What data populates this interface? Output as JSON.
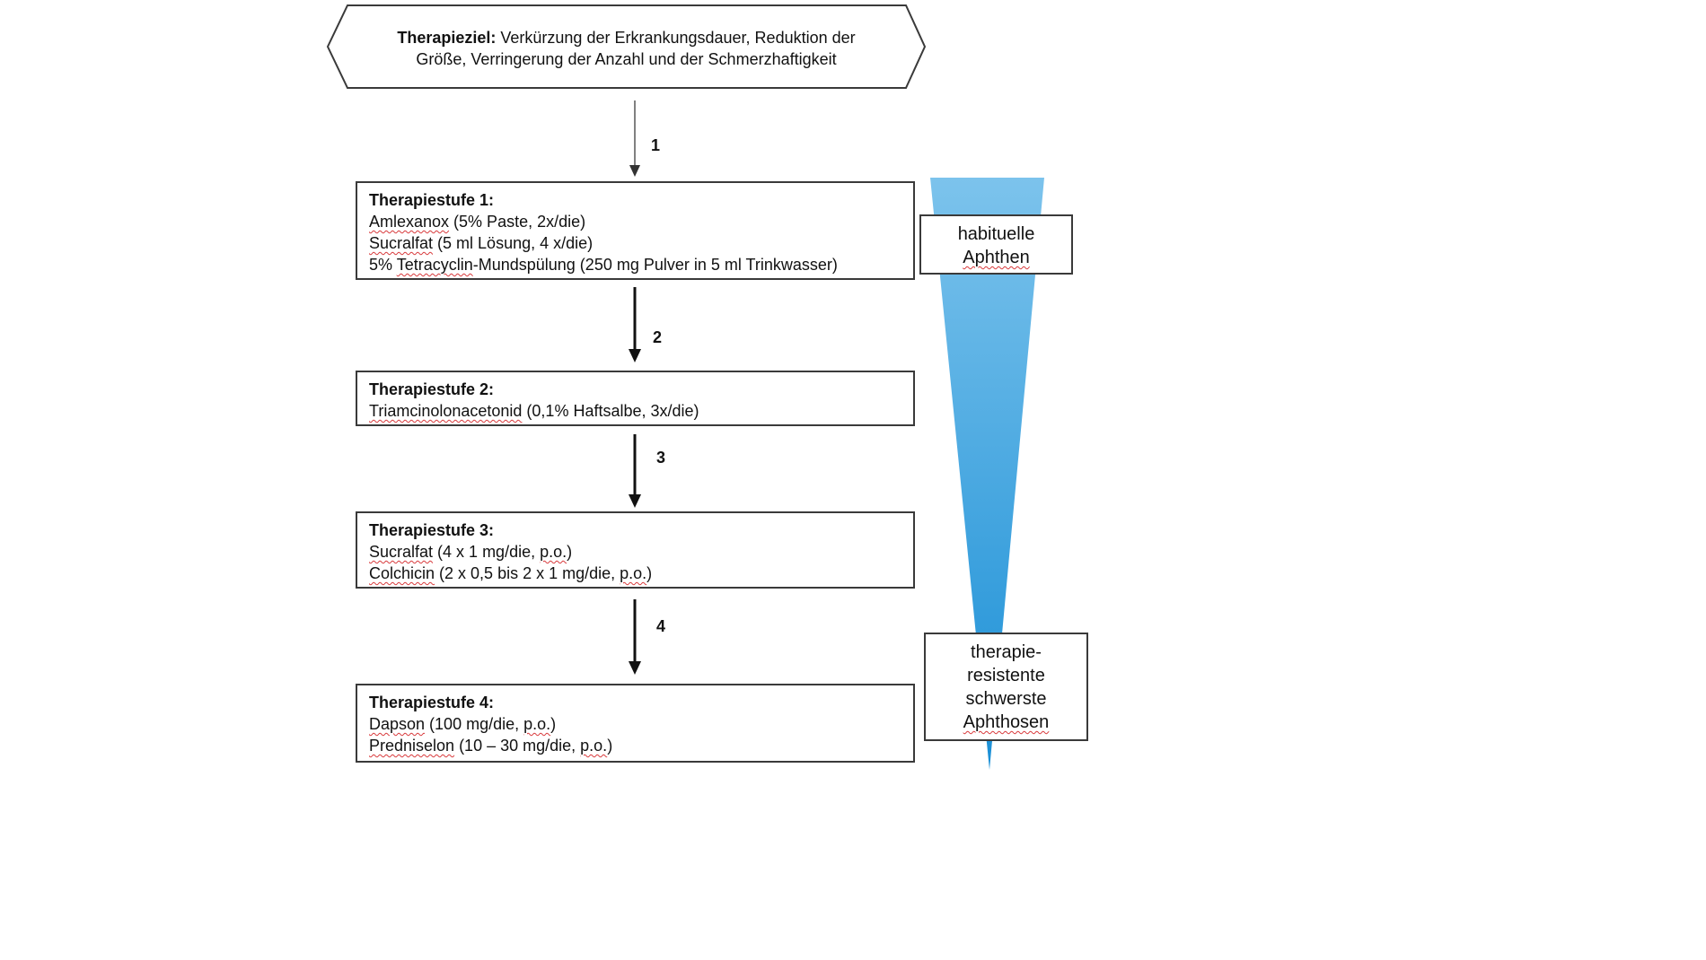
{
  "goal": {
    "title": "Therapieziel:",
    "text_line1": " Verkürzung der Erkrankungsdauer, Reduktion der",
    "text_line2": "Größe, Verringerung der Anzahl und der Schmerzhaftigkeit"
  },
  "arrows": [
    "1",
    "2",
    "3",
    "4"
  ],
  "steps": [
    {
      "title": "Therapiestufe 1:",
      "lines": [
        {
          "drug": "Amlexanox",
          "rest": " (5% Paste, 2x/die)"
        },
        {
          "drug": "Sucralfat",
          "rest": " (5 ml Lösung, 4 x/die)"
        },
        {
          "prefix": "5% ",
          "drug": "Tetracyclin",
          "rest": "-Mundspülung (250 mg Pulver in 5 ml Trinkwasser)"
        }
      ]
    },
    {
      "title": "Therapiestufe 2:",
      "lines": [
        {
          "drug": "Triamcinolonacetonid",
          "rest": " (0,1% Haftsalbe, 3x/die)"
        }
      ]
    },
    {
      "title": "Therapiestufe 3:",
      "lines": [
        {
          "drug": "Sucralfat",
          "mid": " (4 x 1 mg/die, ",
          "drug2": "p.o.",
          "rest": ")"
        },
        {
          "drug": "Colchicin",
          "mid": " (2 x 0,5 bis 2 x 1 mg/die, ",
          "drug2": "p.o.",
          "rest": ")"
        }
      ]
    },
    {
      "title": "Therapiestufe 4:",
      "lines": [
        {
          "drug": "Dapson",
          "mid": " (100 mg/die, ",
          "drug2": "p.o.",
          "rest": ")"
        },
        {
          "drug": "Predniselon",
          "mid": " (10 – 30 mg/die, ",
          "drug2": "p.o.",
          "rest": ")"
        }
      ]
    }
  ],
  "severity": {
    "top_label": [
      "habituelle",
      "Aphthen"
    ],
    "bottom_label": [
      "therapie-",
      "resistente",
      "schwerste",
      "Aphthosen"
    ],
    "colors": {
      "wedge_top": "#7cc3ec",
      "wedge_bottom": "#1a8fd6"
    }
  }
}
